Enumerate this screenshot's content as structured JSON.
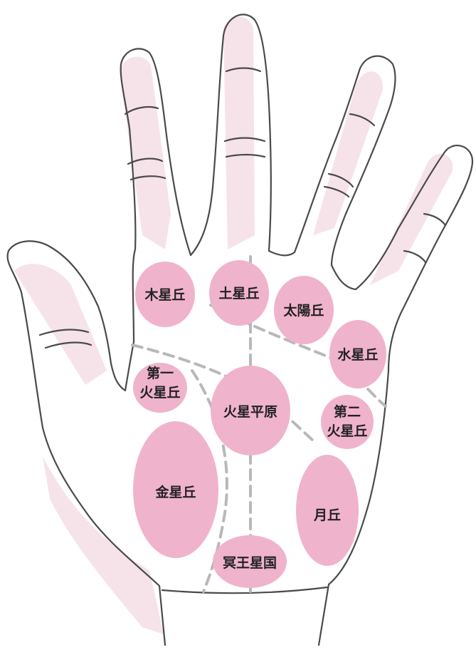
{
  "colors": {
    "mount_fill": "#f0b3cc",
    "hand_outline": "#4a4a4a",
    "hand_shadow": "#f4dde6",
    "guide_line": "#b8b8b8",
    "label_text": "#222222"
  },
  "mounts": {
    "jupiter": "木星丘",
    "saturn": "土星丘",
    "sun": "太陽丘",
    "mercury": "水星丘",
    "mars1_line1": "第一",
    "mars1_line2": "火星丘",
    "mars_plain": "火星平原",
    "mars2_line1": "第二",
    "mars2_line2": "火星丘",
    "venus": "金星丘",
    "moon": "月丘",
    "pluto": "冥王星国"
  }
}
